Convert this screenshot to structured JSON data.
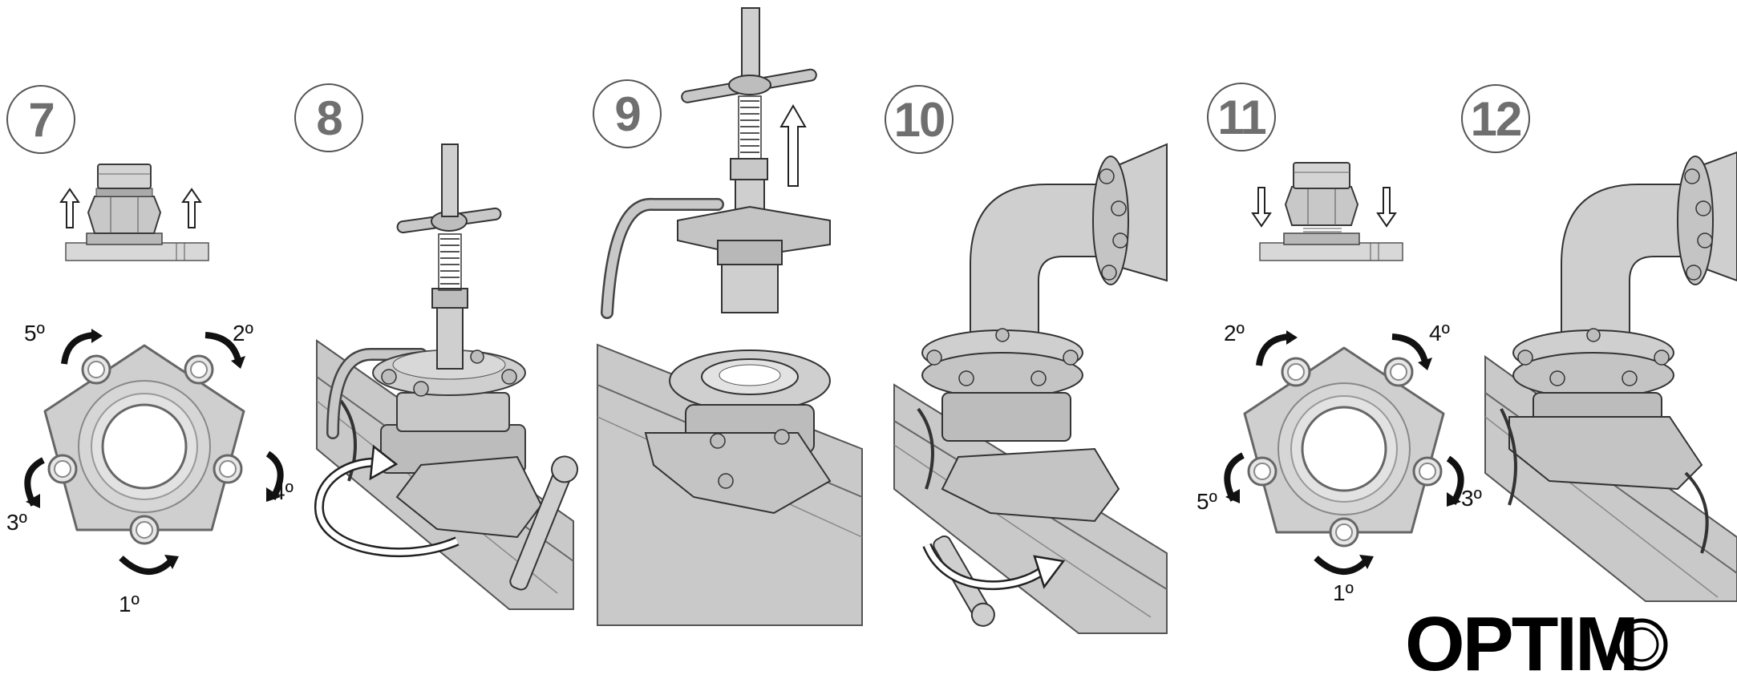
{
  "steps": [
    {
      "number": "7"
    },
    {
      "number": "8"
    },
    {
      "number": "9"
    },
    {
      "number": "10"
    },
    {
      "number": "11"
    },
    {
      "number": "12"
    }
  ],
  "tighten_order_loosen": [
    "1º",
    "2º",
    "3º",
    "4º",
    "5º"
  ],
  "tighten_order_tighten": [
    "1º",
    "2º",
    "3º",
    "4º",
    "5º"
  ],
  "brand": {
    "logo_text": "OPTIM"
  },
  "colors": {
    "metal": "#c8c8c8",
    "metal_dark": "#8a8a8a",
    "outline": "#3a3a3a",
    "badge_text": "#6f6f6f"
  }
}
